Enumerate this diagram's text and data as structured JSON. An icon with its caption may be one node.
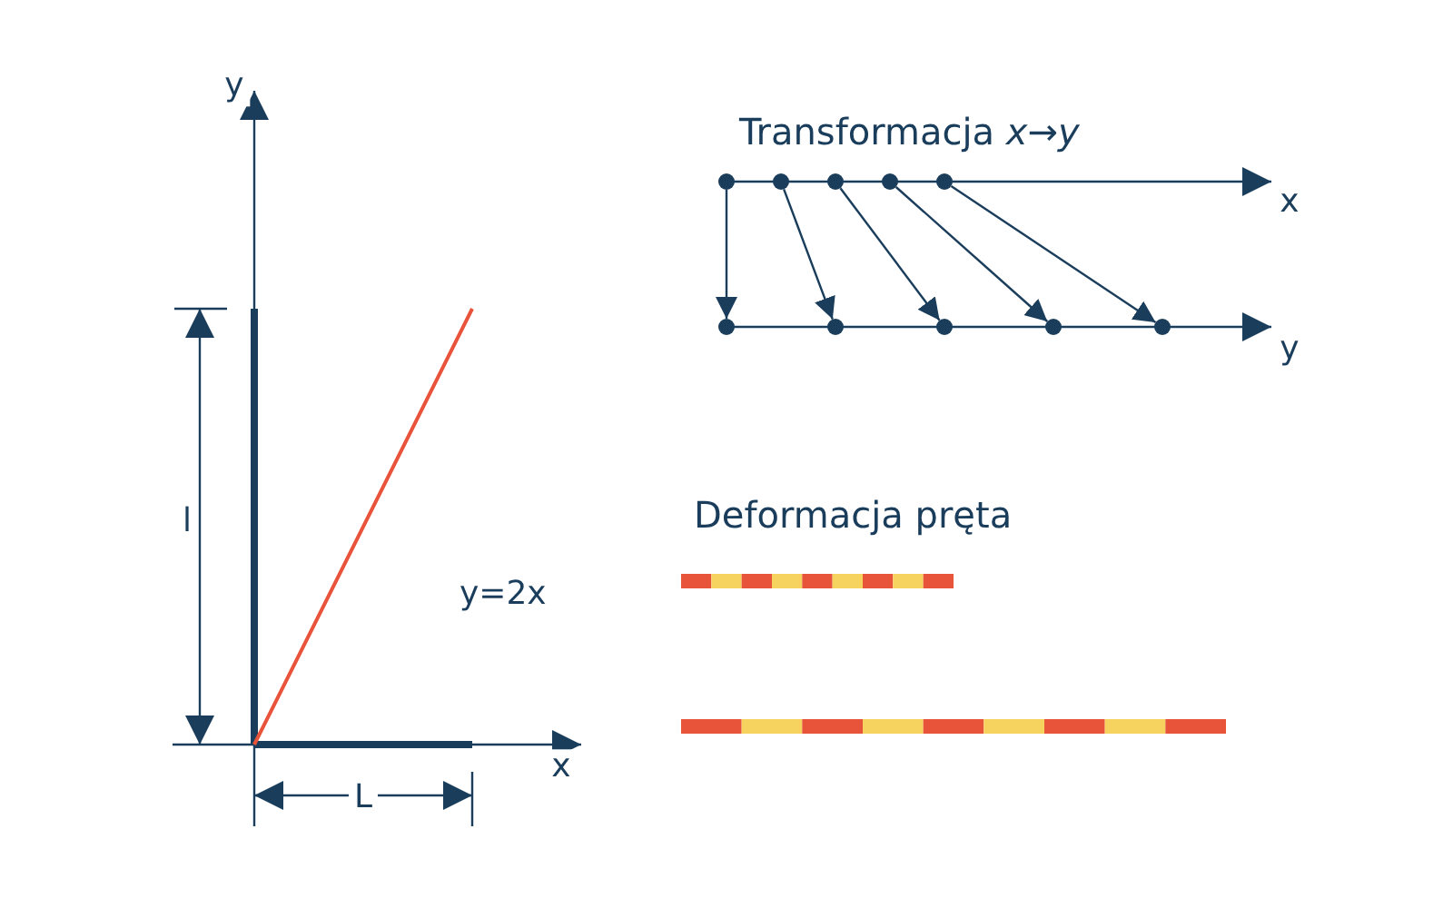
{
  "diagram": {
    "nodes": [
      {
        "text": [],
        "shape": "circle"
      },
      {
        "text": [],
        "shape": "circle"
      },
      {
        "text": [],
        "shape": "circle"
      },
      {
        "text": [],
        "shape": "circle"
      },
      {
        "text": [],
        "shape": "circle"
      },
      {
        "text": [],
        "shape": "circle"
      },
      {
        "text": [],
        "shape": "circle"
      },
      {
        "text": [],
        "shape": "circle"
      },
      {
        "text": [],
        "shape": "circle"
      },
      {
        "text": [],
        "shape": "circle"
      }
    ],
    "edges": [
      {
        "from": 0,
        "to": 5,
        "arrow": "to"
      },
      {
        "from": 1,
        "to": 6,
        "arrow": "to"
      },
      {
        "from": 2,
        "to": 7,
        "arrow": "to"
      },
      {
        "from": 3,
        "to": 8,
        "arrow": "to"
      },
      {
        "from": 4,
        "to": 9,
        "arrow": "to"
      }
    ],
    "labels": [
      "y",
      "Transformacja *x*→*y*",
      "x",
      "y",
      "Deformacja pręta",
      "l",
      "y=2x",
      "x",
      "L"
    ]
  }
}
